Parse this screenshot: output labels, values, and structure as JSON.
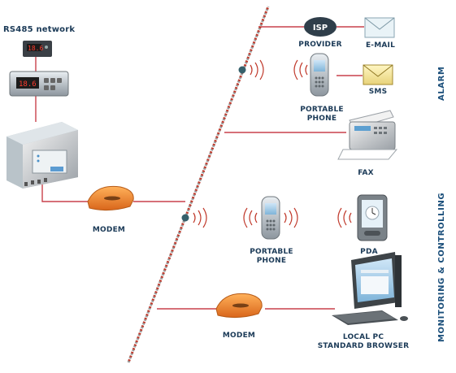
{
  "network": {
    "title": "RS485 network"
  },
  "devices": {
    "modem_left": "MODEM",
    "modem_bottom": "MODEM",
    "provider": "PROVIDER",
    "isp": "ISP",
    "email": "E-MAIL",
    "sms": "SMS",
    "portable_phone_top": [
      "PORTABLE",
      "PHONE"
    ],
    "fax": "FAX",
    "portable_phone_mid": [
      "PORTABLE",
      "PHONE"
    ],
    "pda": "PDA",
    "local_pc": [
      "LOCAL PC",
      "STANDARD BROWSER"
    ]
  },
  "sections": {
    "alarm": "ALARM",
    "monitoring": "MONITORING & CONTROLLING"
  },
  "colors": {
    "link_line": "#c9414b",
    "diagonal_red": "#c0392b",
    "diagonal_gray": "#9a9a9a",
    "label_text": "#1b3a57",
    "section_text": "#1a4e7a",
    "modem_orange": "#f08a24",
    "isp_badge": "#2f3e4a",
    "signal_wave": "#c0392b"
  },
  "icons": [
    "thermostat-icon",
    "controller-icon",
    "web-server-icon",
    "modem-icon",
    "isp-icon",
    "email-envelope-icon",
    "sms-envelope-icon",
    "mobile-phone-icon",
    "fax-machine-icon",
    "pda-icon",
    "desktop-pc-icon",
    "signal-waves-icon"
  ]
}
